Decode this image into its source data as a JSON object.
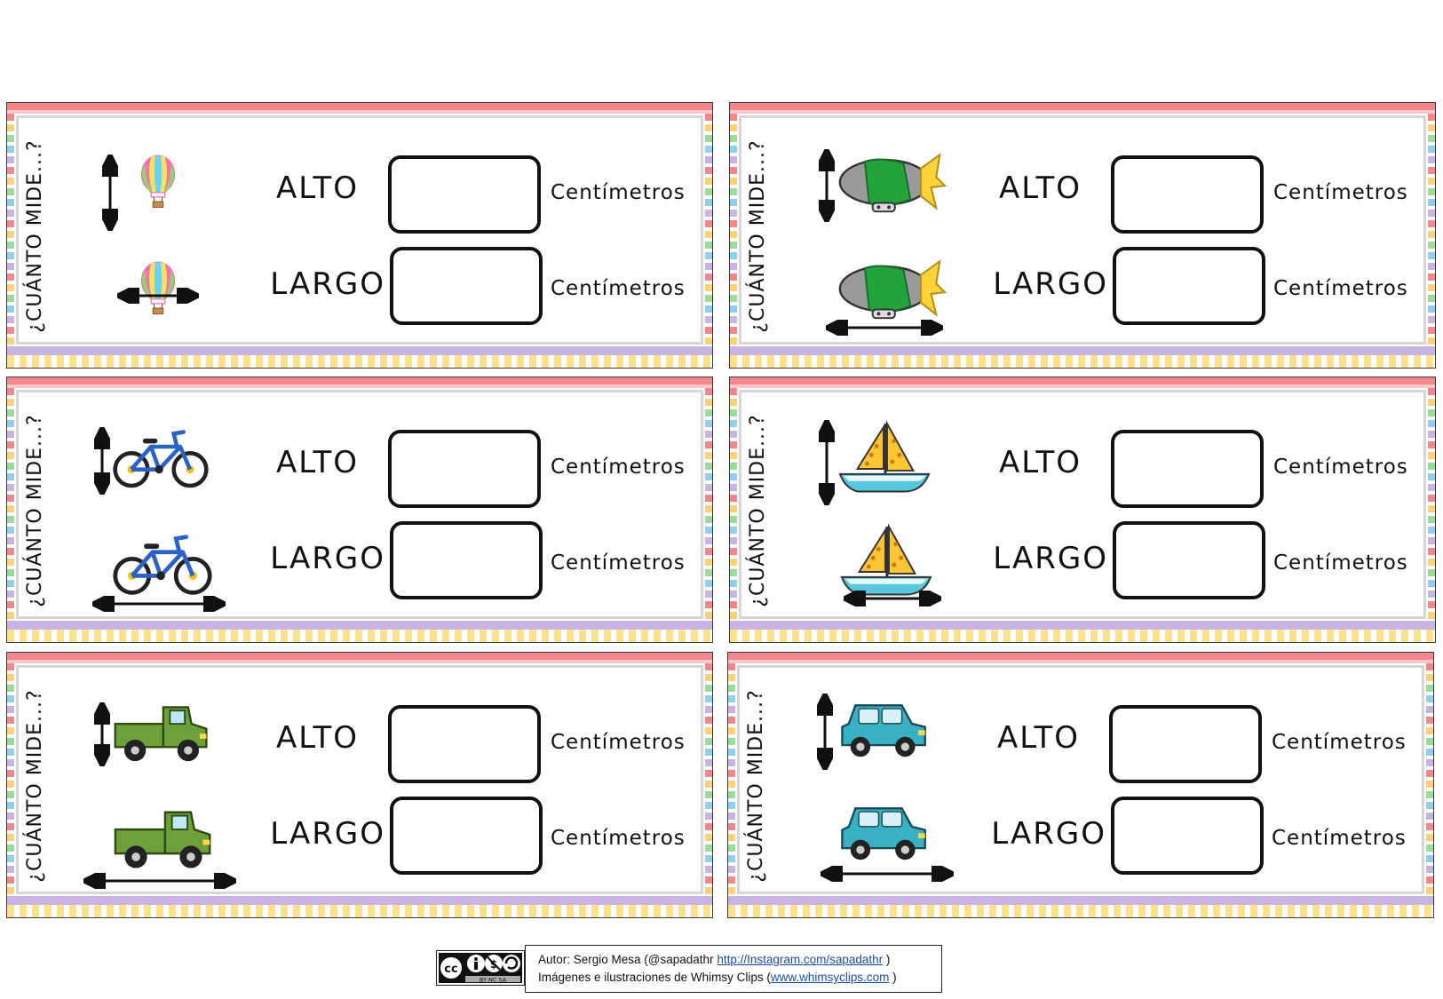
{
  "cards": [
    {
      "title": "¿CUÁNTO MIDE...?",
      "item_icon": "hot-air-balloon-icon",
      "alto_label": "ALTO",
      "largo_label": "LARGO",
      "unit_alto": "Centímetros",
      "unit_largo": "Centímetros"
    },
    {
      "title": "¿CUÁNTO MIDE...?",
      "item_icon": "blimp-icon",
      "alto_label": "ALTO",
      "largo_label": "LARGO",
      "unit_alto": "Centímetros",
      "unit_largo": "Centímetros"
    },
    {
      "title": "¿CUÁNTO MIDE...?",
      "item_icon": "bicycle-icon",
      "alto_label": "ALTO",
      "largo_label": "LARGO",
      "unit_alto": "Centímetros",
      "unit_largo": "Centímetros"
    },
    {
      "title": "¿CUÁNTO MIDE...?",
      "item_icon": "sailboat-icon",
      "alto_label": "ALTO",
      "largo_label": "LARGO",
      "unit_alto": "Centímetros",
      "unit_largo": "Centímetros"
    },
    {
      "title": "¿CUÁNTO MIDE...?",
      "item_icon": "pickup-truck-icon",
      "alto_label": "ALTO",
      "largo_label": "LARGO",
      "unit_alto": "Centímetros",
      "unit_largo": "Centímetros"
    },
    {
      "title": "¿CUÁNTO MIDE...?",
      "item_icon": "car-icon",
      "alto_label": "ALTO",
      "largo_label": "LARGO",
      "unit_alto": "Centímetros",
      "unit_largo": "Centímetros"
    }
  ],
  "footer": {
    "cc_text": "BY NC SA",
    "author_prefix": "Autor: Sergio Mesa (@sapadathr ",
    "author_link": "http://Instagram.com/sapadathr",
    "author_suffix": " )",
    "images_prefix": "Imágenes e ilustraciones de Whimsy Clips (",
    "images_link": "www.whimsyclips.com",
    "images_suffix": " )"
  },
  "colors": {
    "stripe_top": "#f4868c",
    "stripe_bottom": "#c9b3e3",
    "box_border": "#111111",
    "link": "#1a4fa8"
  }
}
